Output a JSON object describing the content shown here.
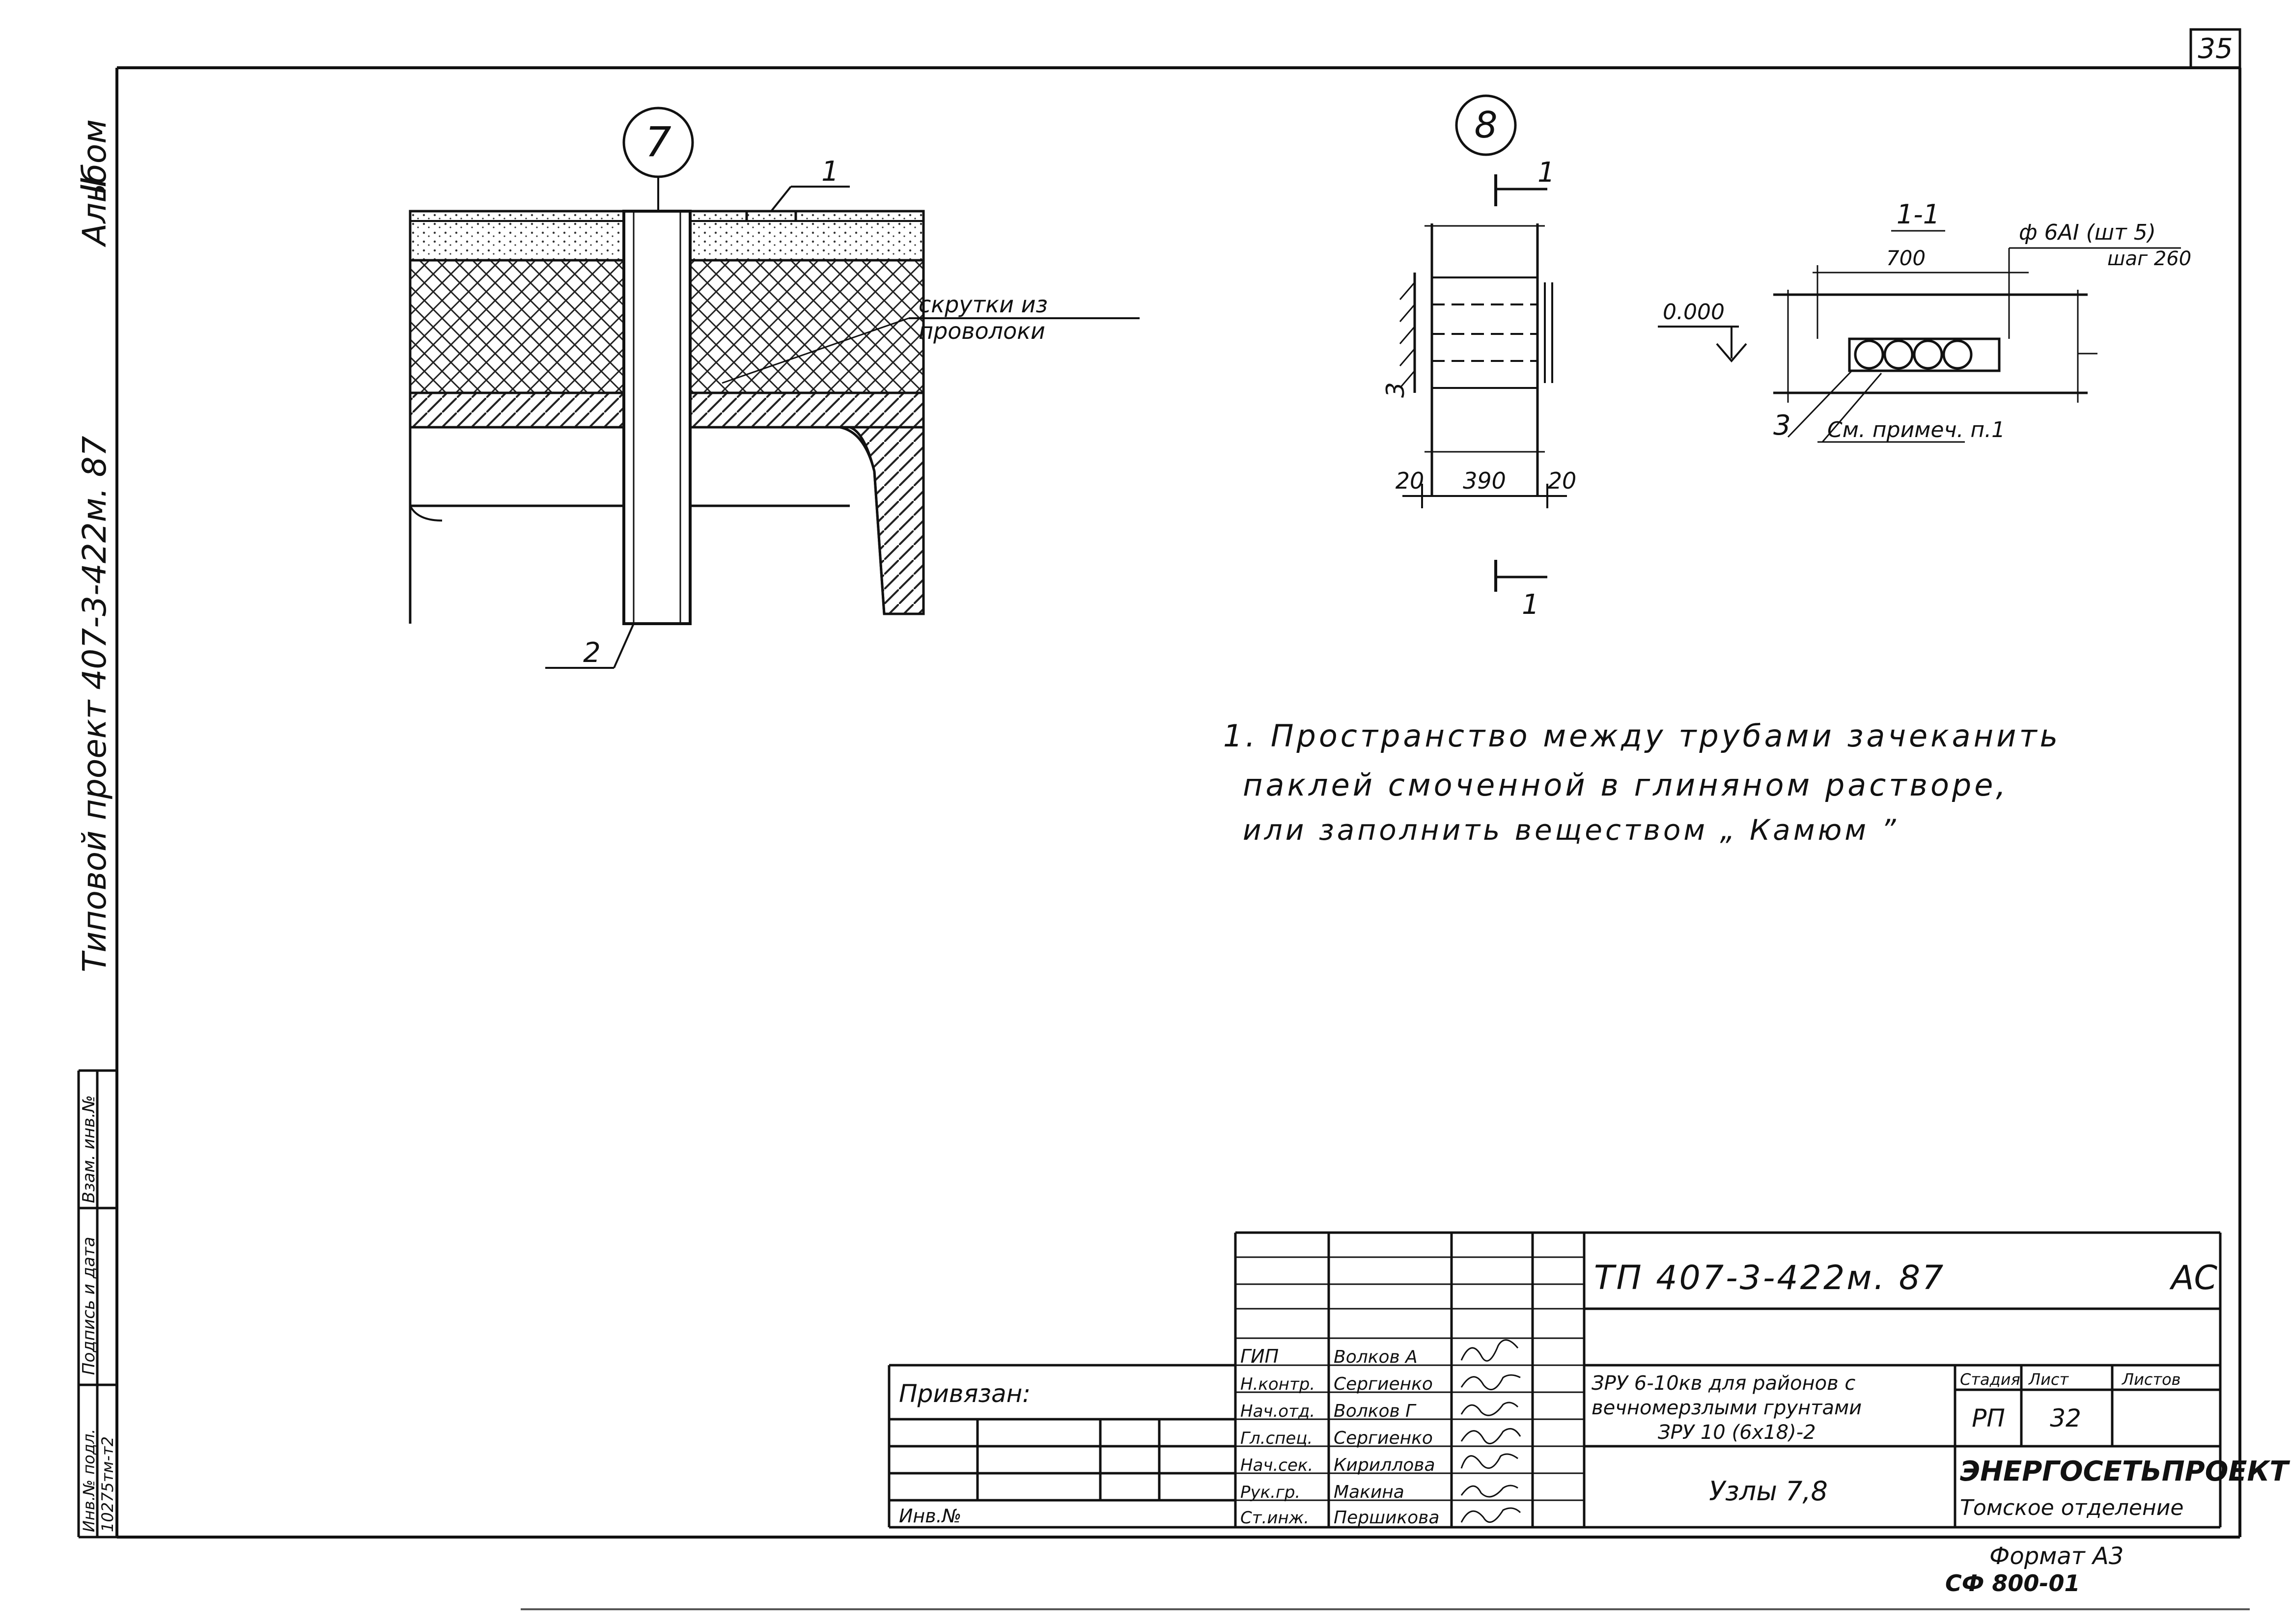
{
  "sheet": {
    "page_number": "35",
    "side_stamp": {
      "project_label": "Типовой проект 407-3-422м. 87",
      "album_label": "Альбом",
      "album_number": "Ⅱ",
      "inv_label": "Инв.№ подл.",
      "inv_value": "10275тм-т2",
      "sign_label": "Подпись и дата",
      "replace_label": "Взам. инв.№"
    }
  },
  "node7": {
    "number": "7",
    "callout_1": "1",
    "callout_2": "2",
    "wire_label_line1": "скрутки из",
    "wire_label_line2": "проволоки"
  },
  "node8": {
    "number": "8",
    "section_mark_top": "1",
    "section_mark_bottom": "1",
    "side_label": "3",
    "dim_left": "20",
    "dim_mid": "390",
    "dim_right": "20"
  },
  "section_1_1": {
    "title": "1-1",
    "dim_length": "700",
    "rebar_line1": "ф 6АI (шт 5)",
    "rebar_line2": "шаг 260",
    "level": "0.000",
    "callout_3": "3",
    "note_ref": "См. примеч. п.1"
  },
  "notes": {
    "line1": "1. Пространство между трубами зачеканить",
    "line2": "паклей смоченной в глиняном растворе,",
    "line3": "или заполнить веществом „ Камюм ”"
  },
  "title_block": {
    "designation": "ТП 407-3-422м. 87",
    "section_code": "АС",
    "bound_label": "Привязан:",
    "inv_label": "Инв.№",
    "roles": [
      "ГИП",
      "Н.контр.",
      "Нач.отд.",
      "Гл.спец.",
      "Нач.сек.",
      "Рук.гр.",
      "Ст.инж."
    ],
    "names": [
      "Волков А",
      "Сергиенко",
      "Волков Г",
      "Сергиенко",
      "Кириллова",
      "Макина",
      "Першикова"
    ],
    "object_line1": "ЗРУ 6-10кв для районов с",
    "object_line2": "вечномерзлыми грунтами",
    "object_line3": "ЗРУ 10 (6х18)-2",
    "sheet_name": "Узлы 7,8",
    "stage_label": "Стадия",
    "sheet_label": "Лист",
    "sheets_label": "Листов",
    "stage_value": "РП",
    "sheet_value": "32",
    "org_name": "ЭНЕРГОСЕТЬПРОЕКТ",
    "org_branch": "Томское отделение"
  },
  "footer": {
    "format": "Формат А3",
    "code": "СФ 800-01"
  }
}
